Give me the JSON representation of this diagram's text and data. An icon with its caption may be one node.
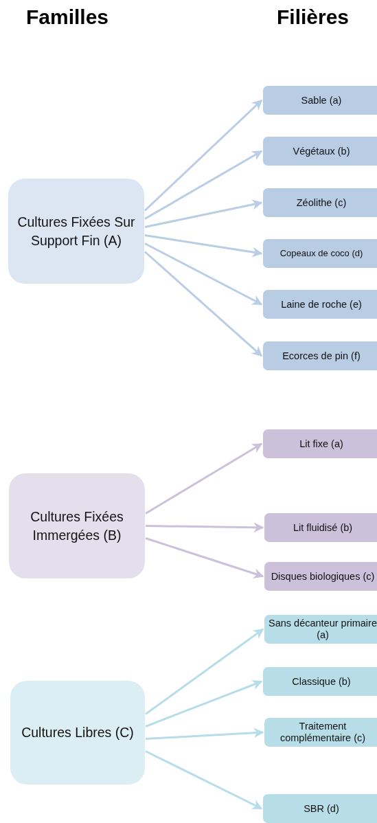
{
  "diagram": {
    "nodes": [
      {
        "text": [
          "Cultures Fixées Sur Support Fin (A)"
        ]
      },
      {
        "text": [
          "Sable (a)"
        ]
      },
      {
        "text": [
          "Végétaux (b)"
        ]
      },
      {
        "text": [
          "Zéolithe (c)"
        ]
      },
      {
        "text": [
          "Copeaux de coco (d)"
        ]
      },
      {
        "text": [
          "Laine de roche (e)"
        ]
      },
      {
        "text": [
          "Ecorces de pin (f)"
        ]
      },
      {
        "text": [
          "Cultures Fixées Immergées (B)"
        ]
      },
      {
        "text": [
          "Lit fixe (a)"
        ]
      },
      {
        "text": [
          "Lit fluidisé (b)"
        ]
      },
      {
        "text": [
          "Disques biologiques (c)"
        ]
      },
      {
        "text": [
          "Cultures Libres (C)"
        ]
      },
      {
        "text": [
          "Sans décanteur primaire (a)"
        ]
      },
      {
        "text": [
          "Classique (b)"
        ]
      },
      {
        "text": [
          "Traitement complémentaire (c)"
        ]
      },
      {
        "text": [
          "SBR (d)"
        ]
      }
    ],
    "edges": [
      {
        "from": 0,
        "to": 1,
        "arrow": "to"
      },
      {
        "from": 0,
        "to": 2,
        "arrow": "to"
      },
      {
        "from": 0,
        "to": 3,
        "arrow": "to"
      },
      {
        "from": 0,
        "to": 4,
        "arrow": "to"
      },
      {
        "from": 0,
        "to": 5,
        "arrow": "to"
      },
      {
        "from": 0,
        "to": 6,
        "arrow": "to"
      },
      {
        "from": 7,
        "to": 8,
        "arrow": "to",
        "color": "#ccc1da"
      },
      {
        "from": 7,
        "to": 9,
        "arrow": "to",
        "color": "#ccc1da"
      },
      {
        "from": 7,
        "to": 10,
        "arrow": "to",
        "color": "#ccc1da"
      },
      {
        "from": 11,
        "to": 12,
        "arrow": "to",
        "color": "#b7dee8"
      },
      {
        "from": 11,
        "to": 13,
        "arrow": "to",
        "color": "#b7dee8"
      },
      {
        "from": 11,
        "to": 14,
        "arrow": "to",
        "color": "#b7dee8"
      },
      {
        "from": 11,
        "to": 15,
        "arrow": "to",
        "color": "#b7dee8"
      }
    ],
    "labels": [
      "Familles",
      "Filières"
    ]
  }
}
